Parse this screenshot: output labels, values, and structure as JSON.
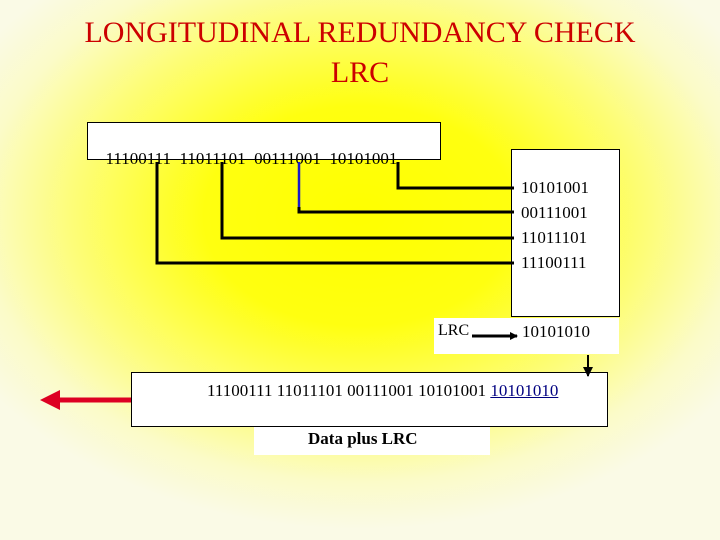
{
  "title": {
    "line1": "LONGITUDINAL REDUNDANCY CHECK",
    "line2": "LRC"
  },
  "input_data": "11100111  11011101  00111001  10101001",
  "stacked_units": [
    "10101001",
    "00111001",
    "11011101",
    "11100111"
  ],
  "lrc": {
    "label": "LRC",
    "value": "10101010"
  },
  "output": {
    "data_part": "11100111 11011101 00111001 10101001 ",
    "lrc_part": "10101010"
  },
  "caption": "Data plus LRC",
  "colors": {
    "title": "#cc0000",
    "arrow_out": "#dd0022",
    "connector": "#000000",
    "connector_highlight": "#1a1acc"
  }
}
